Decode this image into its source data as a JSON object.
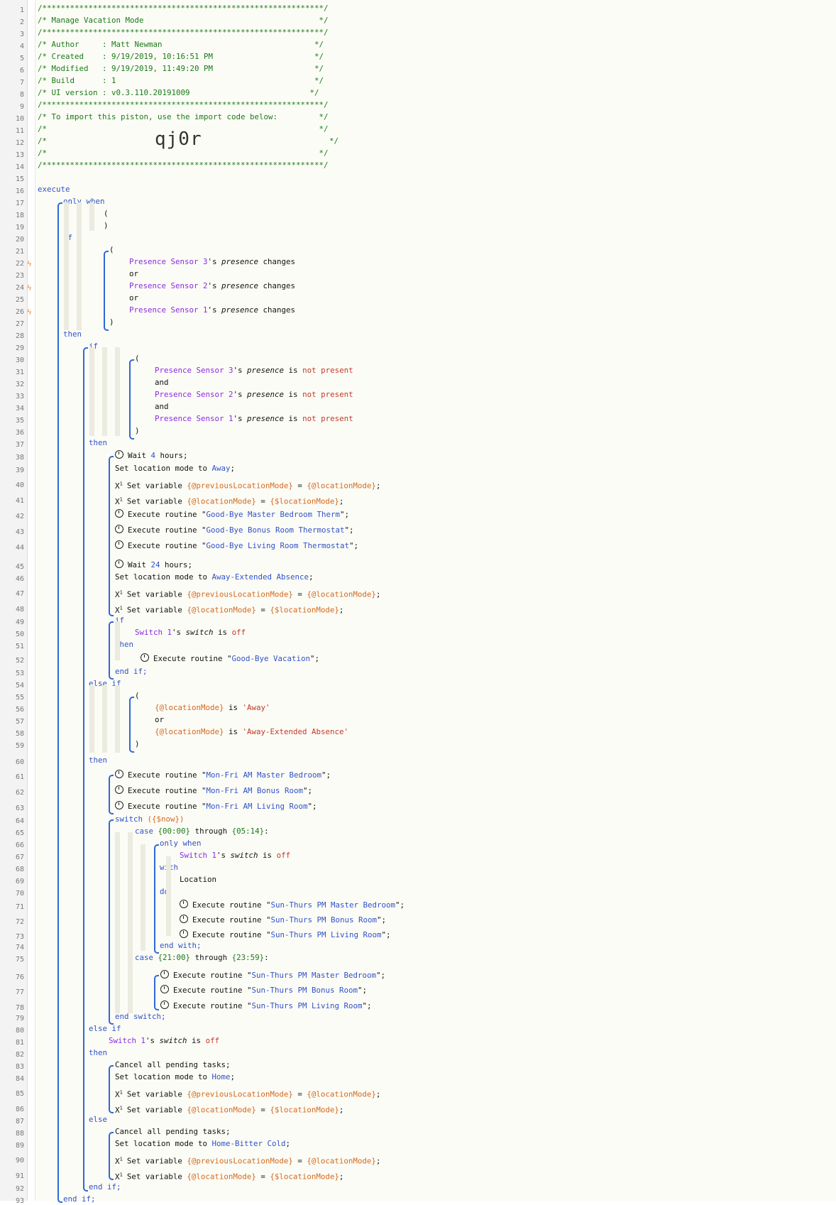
{
  "header": {
    "stars": "/*************************************************************/",
    "title": "/* Manage Vacation Mode                                      */",
    "author": "/* Author     : Matt Newman                                 */",
    "created": "/* Created    : 9/19/2019, 10:16:51 PM                      */",
    "modified": "/* Modified   : 9/19/2019, 11:49:20 PM                      */",
    "build": "/* Build      : 1                                           */",
    "ui_version": "/* UI version : v0.3.110.20191009                          */",
    "import_note": "/* To import this piston, use the import code below:         */",
    "blank": "/*                                                           */",
    "code_prefix": "/*",
    "code_suffix": "*/",
    "import_code": "qj0r"
  },
  "line_numbers": [
    "1",
    "2",
    "3",
    "4",
    "5",
    "6",
    "7",
    "8",
    "9",
    "10",
    "11",
    "12",
    "13",
    "14",
    "15",
    "16",
    "17",
    "18",
    "19",
    "20",
    "21",
    "22",
    "23",
    "24",
    "25",
    "26",
    "27",
    "28",
    "29",
    "30",
    "31",
    "32",
    "33",
    "34",
    "35",
    "36",
    "37",
    "38",
    "39",
    "40",
    "41",
    "42",
    "43",
    "44",
    "45",
    "46",
    "47",
    "48",
    "49",
    "50",
    "51",
    "52",
    "53",
    "54",
    "55",
    "56",
    "57",
    "58",
    "59",
    "60",
    "61",
    "62",
    "63",
    "64",
    "65",
    "66",
    "67",
    "68",
    "69",
    "70",
    "71",
    "72",
    "73",
    "74",
    "75",
    "76",
    "77",
    "78",
    "79",
    "80",
    "81",
    "82",
    "83",
    "84",
    "85",
    "86",
    "87",
    "88",
    "89",
    "90",
    "91",
    "92",
    "93"
  ],
  "kw": {
    "execute": "execute",
    "only_when": "only when",
    "if": "if",
    "then": "then",
    "or": "or",
    "and": "and",
    "else_if": "else if",
    "else": "else",
    "end_if": "end if;",
    "switch": "switch",
    "case": "case",
    "through": "through",
    "with": "with",
    "do": "do",
    "end_with": "end with;",
    "end_switch": "end switch;",
    "open": "(",
    "close": ")"
  },
  "devices": {
    "ps3": "Presence Sensor 3",
    "ps2": "Presence Sensor 2",
    "ps1": "Presence Sensor 1",
    "sw1": "Switch 1",
    "location": "Location"
  },
  "text": {
    "s_presence": "'s ",
    "presence": "presence",
    "changes": " changes",
    "is": " is ",
    "not_present": "not present",
    "switch_attr": "switch",
    "off": "off",
    "wait": "Wait ",
    "hours": " hours;",
    "set_mode": "Set location mode to ",
    "set_var": "Set variable ",
    "eq": " = ",
    "semi": ";",
    "exec": "Execute routine \"",
    "endq": "\";",
    "cancel": "Cancel all pending tasks;",
    "colon": ":"
  },
  "values": {
    "four": "4",
    "twentyfour": "24",
    "away": "Away",
    "away_ext": "Away-Extended Absence",
    "home": "Home",
    "home_cold": "Home-Bitter Cold",
    "prev_var": "{@previousLocationMode}",
    "loc_var": "{@locationMode}",
    "sys_loc": "{$locationMode}",
    "now": "({$now})",
    "q_away": "'Away'",
    "q_away_ext": "'Away-Extended Absence'",
    "t0000": "{00:00}",
    "t0514": "{05:14}",
    "t2100": "{21:00}",
    "t2359": "{23:59}"
  },
  "routines": {
    "gb_master": "Good-Bye Master Bedroom Therm",
    "gb_bonus": "Good-Bye Bonus Room Thermostat",
    "gb_living": "Good-Bye Living Room Thermostat",
    "gb_vacation": "Good-Bye Vacation",
    "mf_master": "Mon-Fri AM Master Bedroom",
    "mf_bonus": "Mon-Fri AM Bonus Room",
    "mf_living": "Mon-Fri AM Living Room",
    "st_master": "Sun-Thurs PM Master Bedroom",
    "st_bonus": "Sun-Thurs PM Bonus Room",
    "st_living": "Sun-Thurs PM Living Room"
  },
  "icons": {
    "trigger": "lightning-bolt-icon",
    "timer": "clock-icon",
    "variable": "variable-x1-icon"
  },
  "colors": {
    "keyword": "#2f52c8",
    "device": "#8a2be2",
    "value": "#c0392b",
    "variable": "#d2691e",
    "comment": "#1a7a1a",
    "trigger": "#f28a3a"
  }
}
